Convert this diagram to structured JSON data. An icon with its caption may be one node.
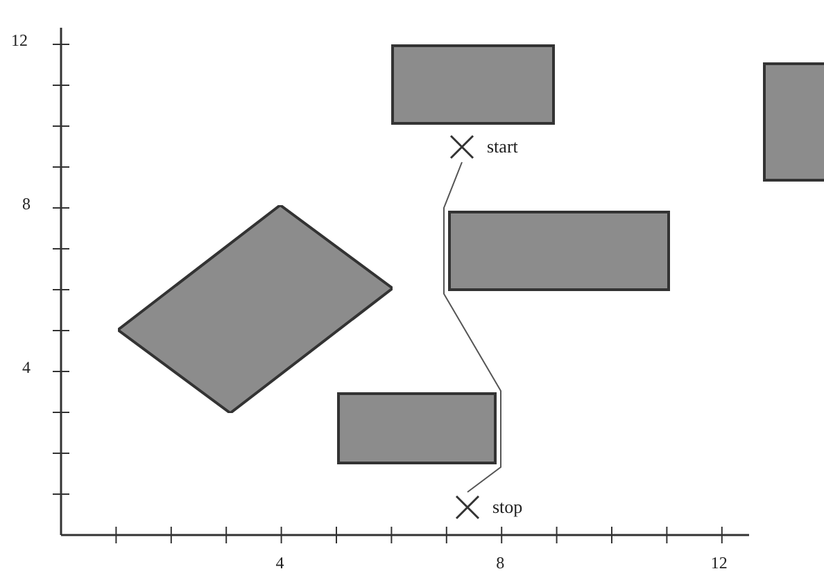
{
  "diagram": {
    "nodes": [
      {
        "text": [],
        "shape": "box"
      },
      {
        "text": [],
        "shape": "box"
      },
      {
        "text": [],
        "shape": "box"
      },
      {
        "text": [],
        "shape": "box"
      },
      {
        "text": [],
        "shape": "box"
      },
      {
        "text": [
          "start"
        ]
      },
      {
        "text": [
          "stop"
        ]
      }
    ],
    "edges": [
      {
        "from": 5,
        "to": 6,
        "arrow": "none"
      }
    ],
    "labels": [
      "12",
      "8",
      "4",
      "4",
      "8",
      "12"
    ]
  }
}
